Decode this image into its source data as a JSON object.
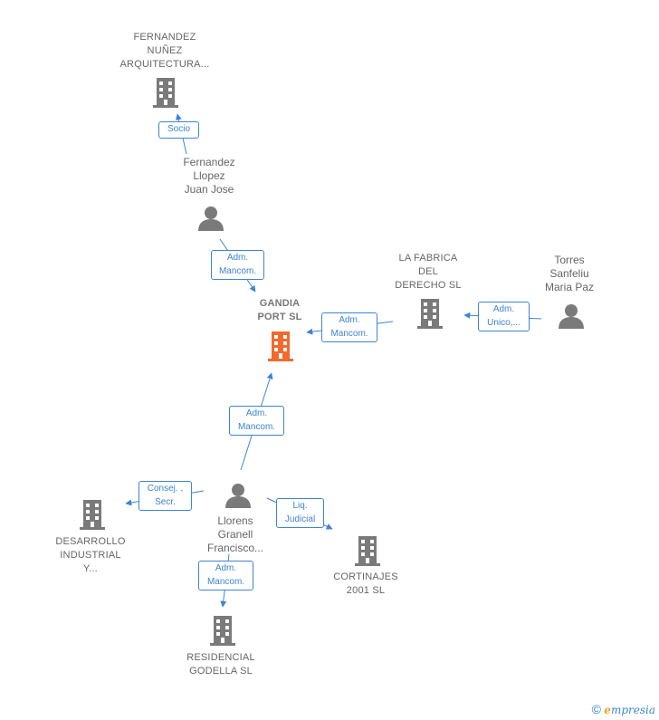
{
  "nodes": {
    "fernandez_nunez": {
      "label": [
        "FERNANDEZ",
        "NUÑEZ",
        "ARQUITECTURA..."
      ]
    },
    "fernandez_llopez": {
      "label": [
        "Fernandez",
        "Llopez",
        "Juan Jose"
      ]
    },
    "gandia_port": {
      "label": [
        "GANDIA",
        "PORT  SL"
      ]
    },
    "la_fabrica": {
      "label": [
        "LA FABRICA",
        "DEL",
        "DERECHO  SL"
      ]
    },
    "torres_sanfeliu": {
      "label": [
        "Torres",
        "Sanfeliu",
        "Maria Paz"
      ]
    },
    "llorens_granell": {
      "label": [
        "Llorens",
        "Granell",
        "Francisco..."
      ]
    },
    "desarrollo_industrial": {
      "label": [
        "DESARROLLO",
        "INDUSTRIAL",
        "Y..."
      ]
    },
    "cortinajes": {
      "label": [
        "CORTINAJES",
        "2001  SL"
      ]
    },
    "residencial_godella": {
      "label": [
        "RESIDENCIAL",
        "GODELLA  SL"
      ]
    }
  },
  "relations": {
    "socio": [
      "Socio"
    ],
    "adm_mancom_llopez": [
      "Adm.",
      "Mancom."
    ],
    "adm_mancom_fabrica": [
      "Adm.",
      "Mancom."
    ],
    "adm_unico_torres": [
      "Adm.",
      "Unico,..."
    ],
    "adm_mancom_llorens": [
      "Adm.",
      "Mancom."
    ],
    "consej_secr": [
      "Consej. ,",
      "Secr."
    ],
    "liq_judicial": [
      "Liq.",
      "Judicial"
    ],
    "adm_mancom_residencial": [
      "Adm.",
      "Mancom."
    ]
  },
  "colors": {
    "edge": "#3d84d2",
    "company_icon": "#7a7a7a",
    "main_company_icon": "#f26a2e",
    "person_icon": "#7a7a7a"
  },
  "brand": {
    "copyright": "©",
    "e": "e",
    "rest": "mpresia"
  }
}
